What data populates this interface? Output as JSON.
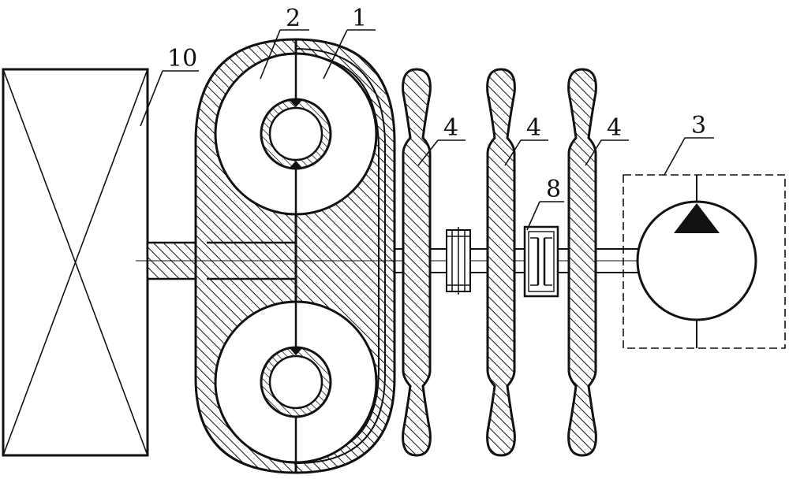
{
  "diagram": {
    "labels": {
      "component_1": "1",
      "component_2": "2",
      "component_3": "3",
      "component_4a": "4",
      "component_4b": "4",
      "component_4c": "4",
      "component_8": "8",
      "component_10": "10"
    },
    "colors": {
      "line": "#111111",
      "background": "#ffffff"
    },
    "pump_symbol": "hydraulic-pump-triangle",
    "box_symbol": "crossed-rectangle"
  }
}
